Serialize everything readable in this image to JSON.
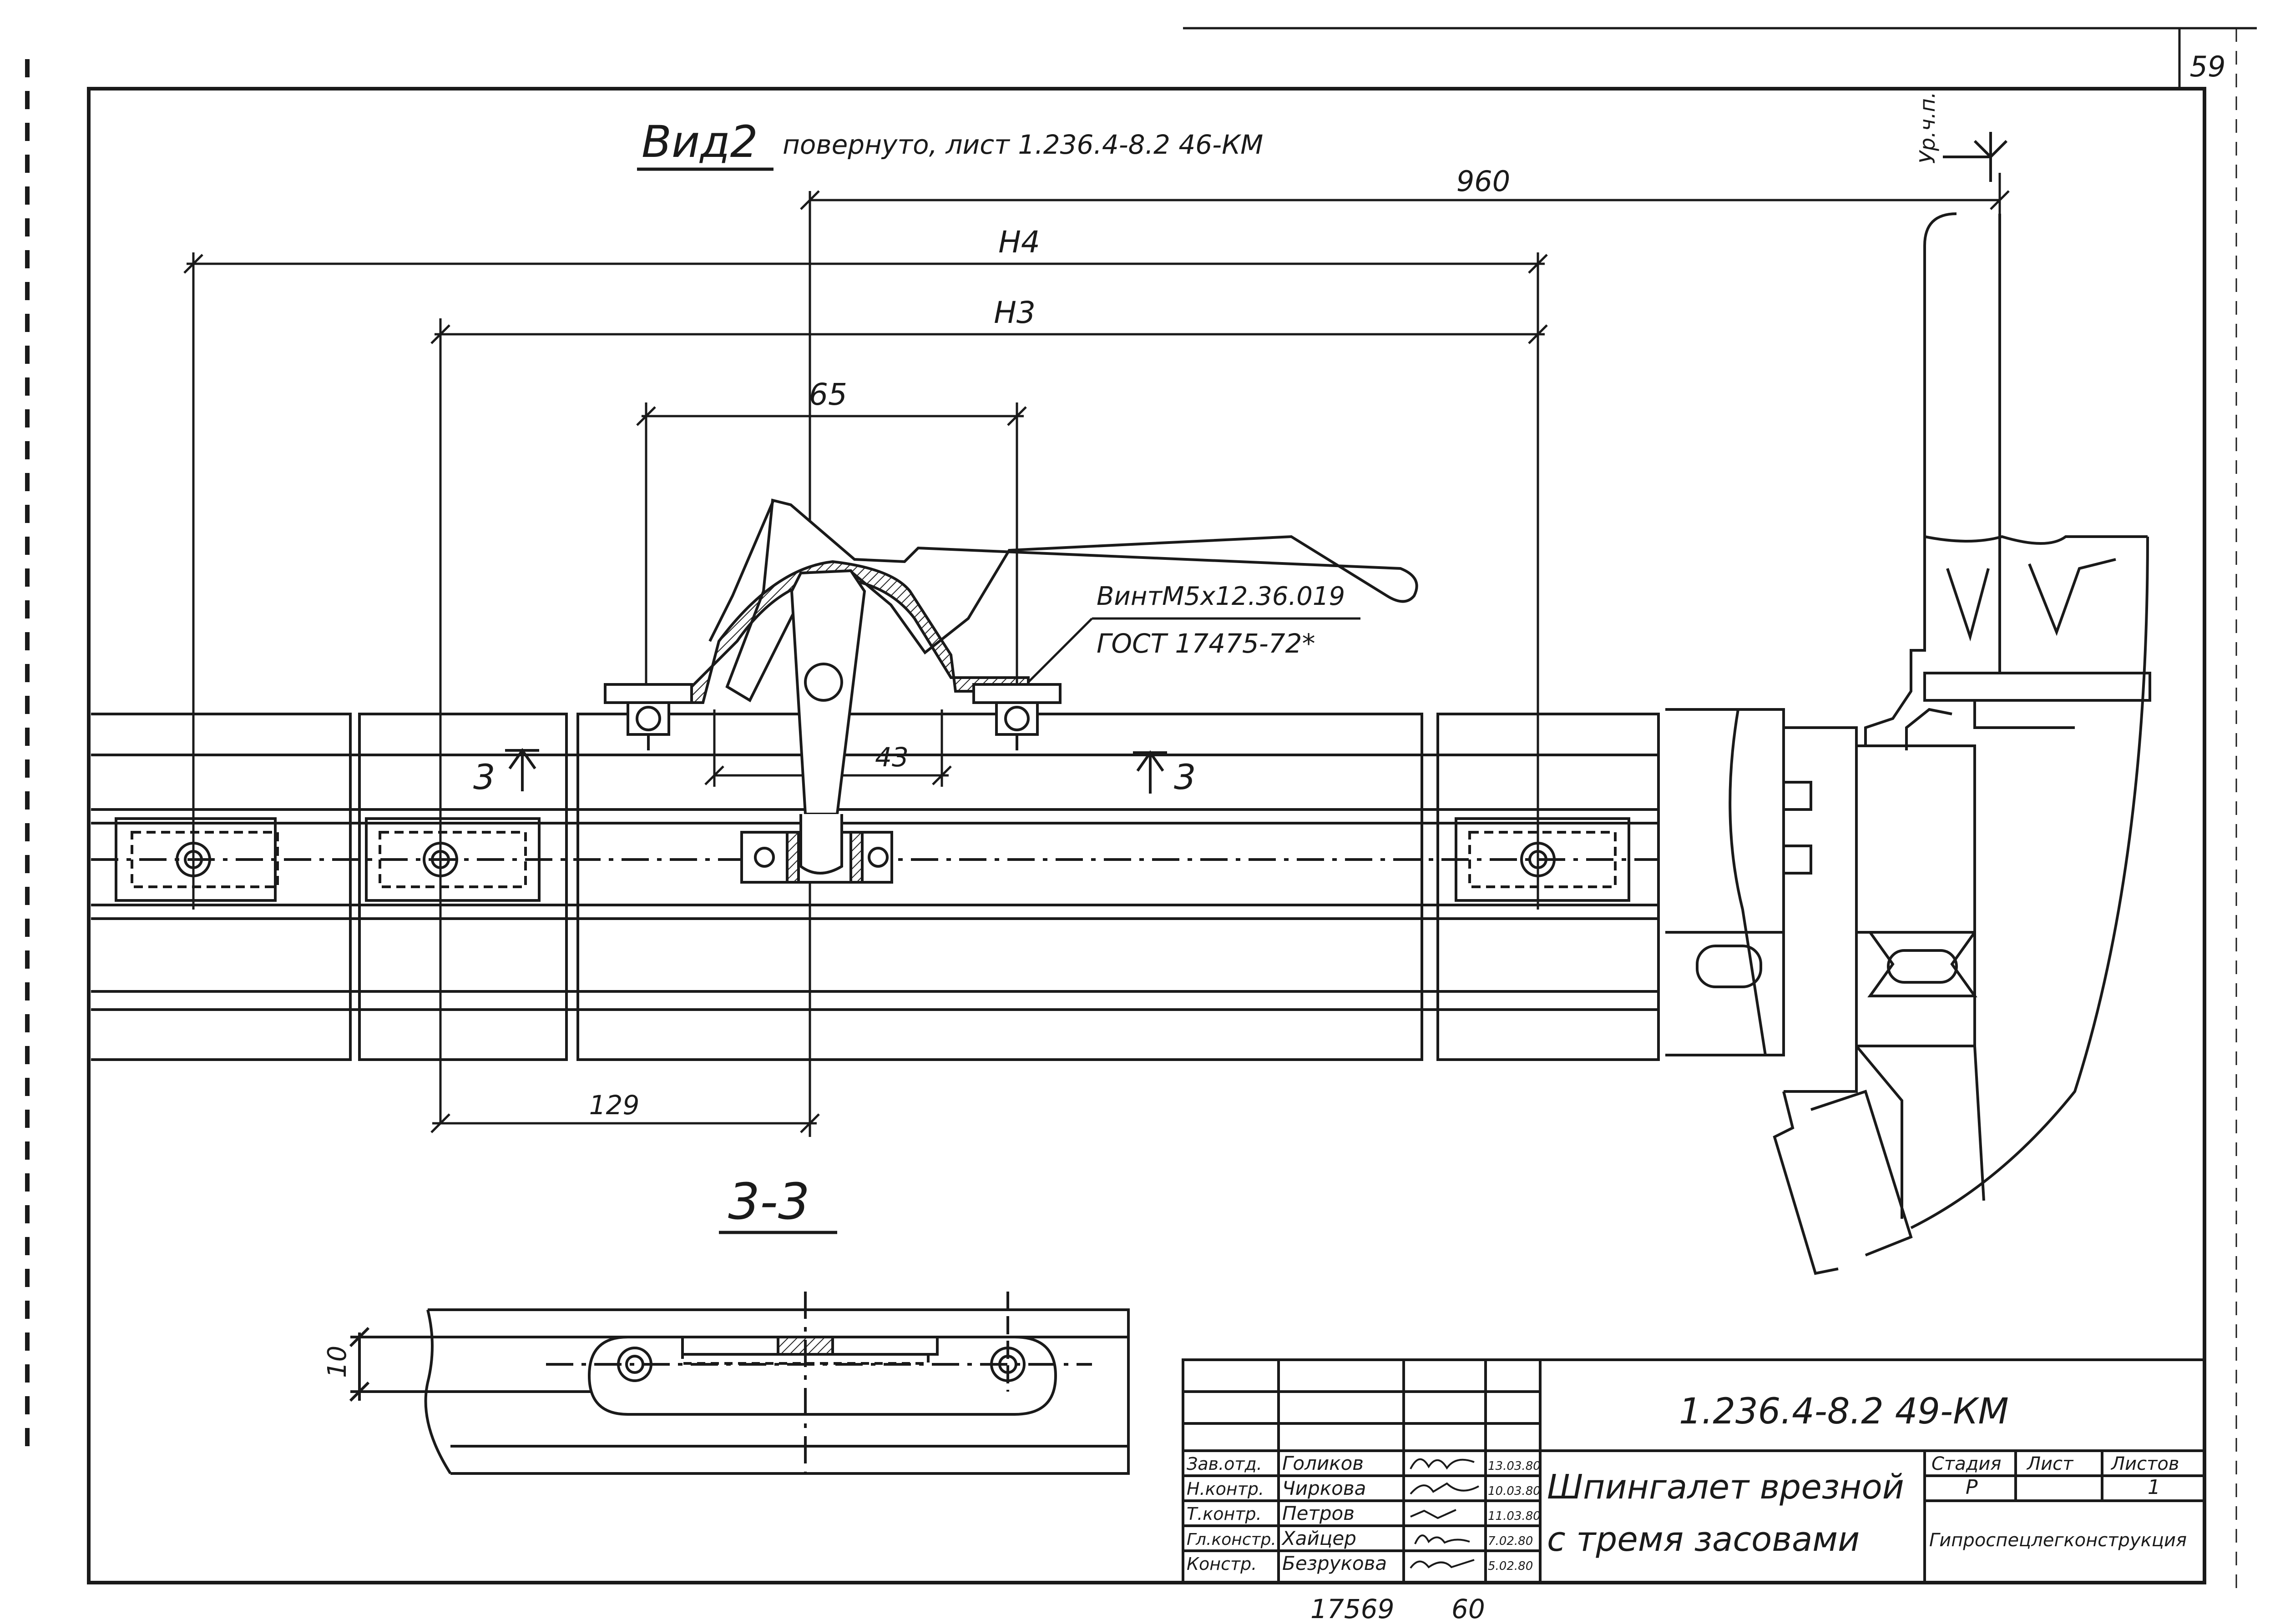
{
  "sheet_number": "59",
  "view_title": {
    "label": "Вид2",
    "note": "повернуто, лист 1.236.4-8.2  46-КМ"
  },
  "level_mark": "Ур.ч.п.",
  "dimensions": {
    "d960": "960",
    "h4": "Н4",
    "h3": "Н3",
    "d65": "65",
    "d43": "43",
    "d129": "129",
    "d10": "10"
  },
  "section_marks": {
    "left": "3",
    "right": "3"
  },
  "callout": {
    "line1": "ВинтМ5х12.36.019",
    "line2": "ГОСТ 17475-72*"
  },
  "section_title": "3-3",
  "title_block": {
    "code": "1.236.4-8.2    49-КМ",
    "title_line1": "Шпингалет врезной",
    "title_line2": "с тремя засовами",
    "stage_header": "Стадия",
    "sheet_header": "Лист",
    "sheets_header": "Листов",
    "stage_value": "Р",
    "sheets_value": "1",
    "organization": "Гипроспецлегконструкция",
    "rows": [
      {
        "role": "Зав.отд.",
        "name": "Голиков",
        "date": "13.03.80"
      },
      {
        "role": "Н.контр.",
        "name": "Чиркова",
        "date": "10.03.80"
      },
      {
        "role": "Т.контр.",
        "name": "Петров",
        "date": "11.03.80"
      },
      {
        "role": "Гл.констр.",
        "name": "Хайцер",
        "date": "7.02.80"
      },
      {
        "role": "Констр.",
        "name": "Безрукова",
        "date": "5.02.80"
      }
    ]
  },
  "footer": {
    "inventory": "17569",
    "page": "60"
  }
}
